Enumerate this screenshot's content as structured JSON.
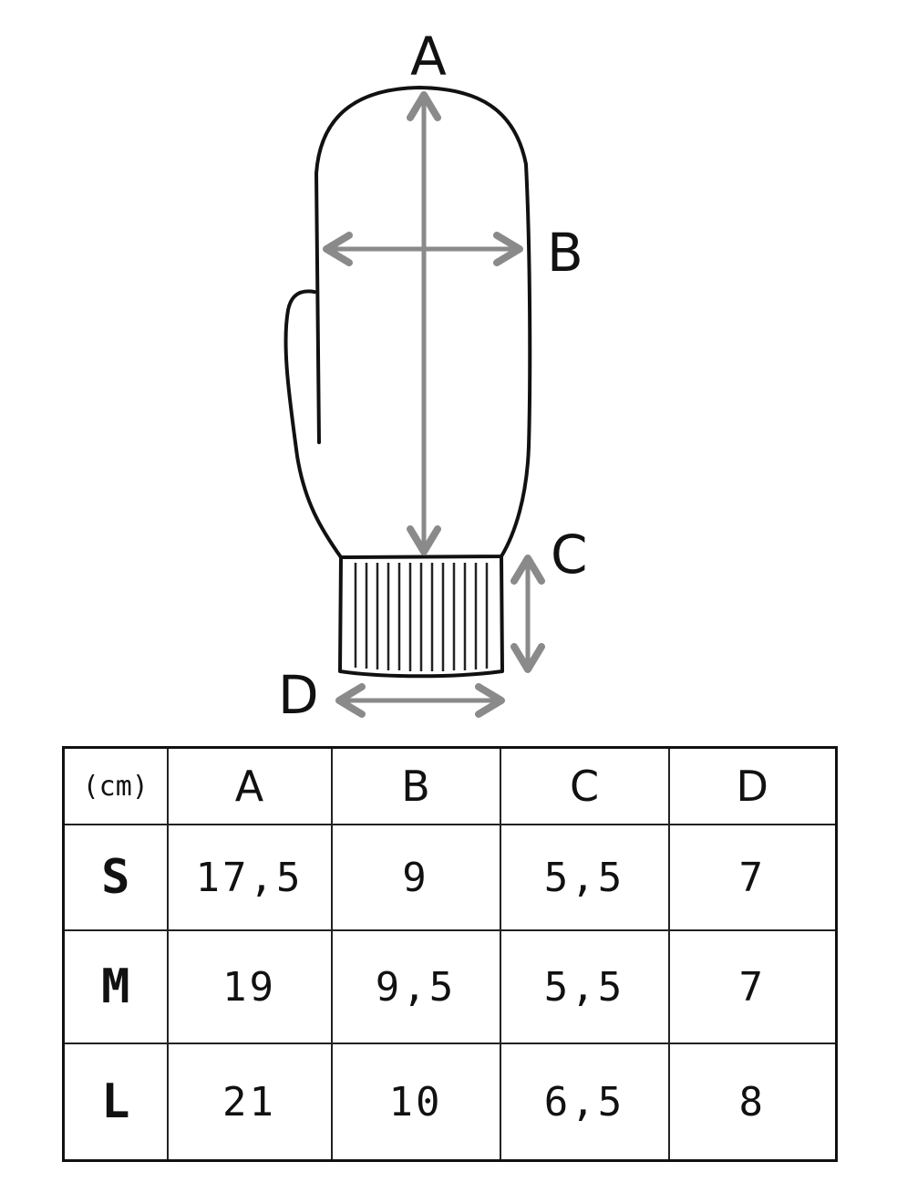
{
  "diagram": {
    "labels": {
      "a": "A",
      "b": "B",
      "c": "C",
      "d": "D"
    },
    "colors": {
      "outline": "#111111",
      "arrow": "#8a8a8a"
    }
  },
  "table": {
    "unit": "(cm)",
    "columns": [
      "A",
      "B",
      "C",
      "D"
    ],
    "rows": [
      {
        "size": "S",
        "values": [
          "17,5",
          "9",
          "5,5",
          "7"
        ]
      },
      {
        "size": "M",
        "values": [
          "19",
          "9,5",
          "5,5",
          "7"
        ]
      },
      {
        "size": "L",
        "values": [
          "21",
          "10",
          "6,5",
          "8"
        ]
      }
    ]
  }
}
